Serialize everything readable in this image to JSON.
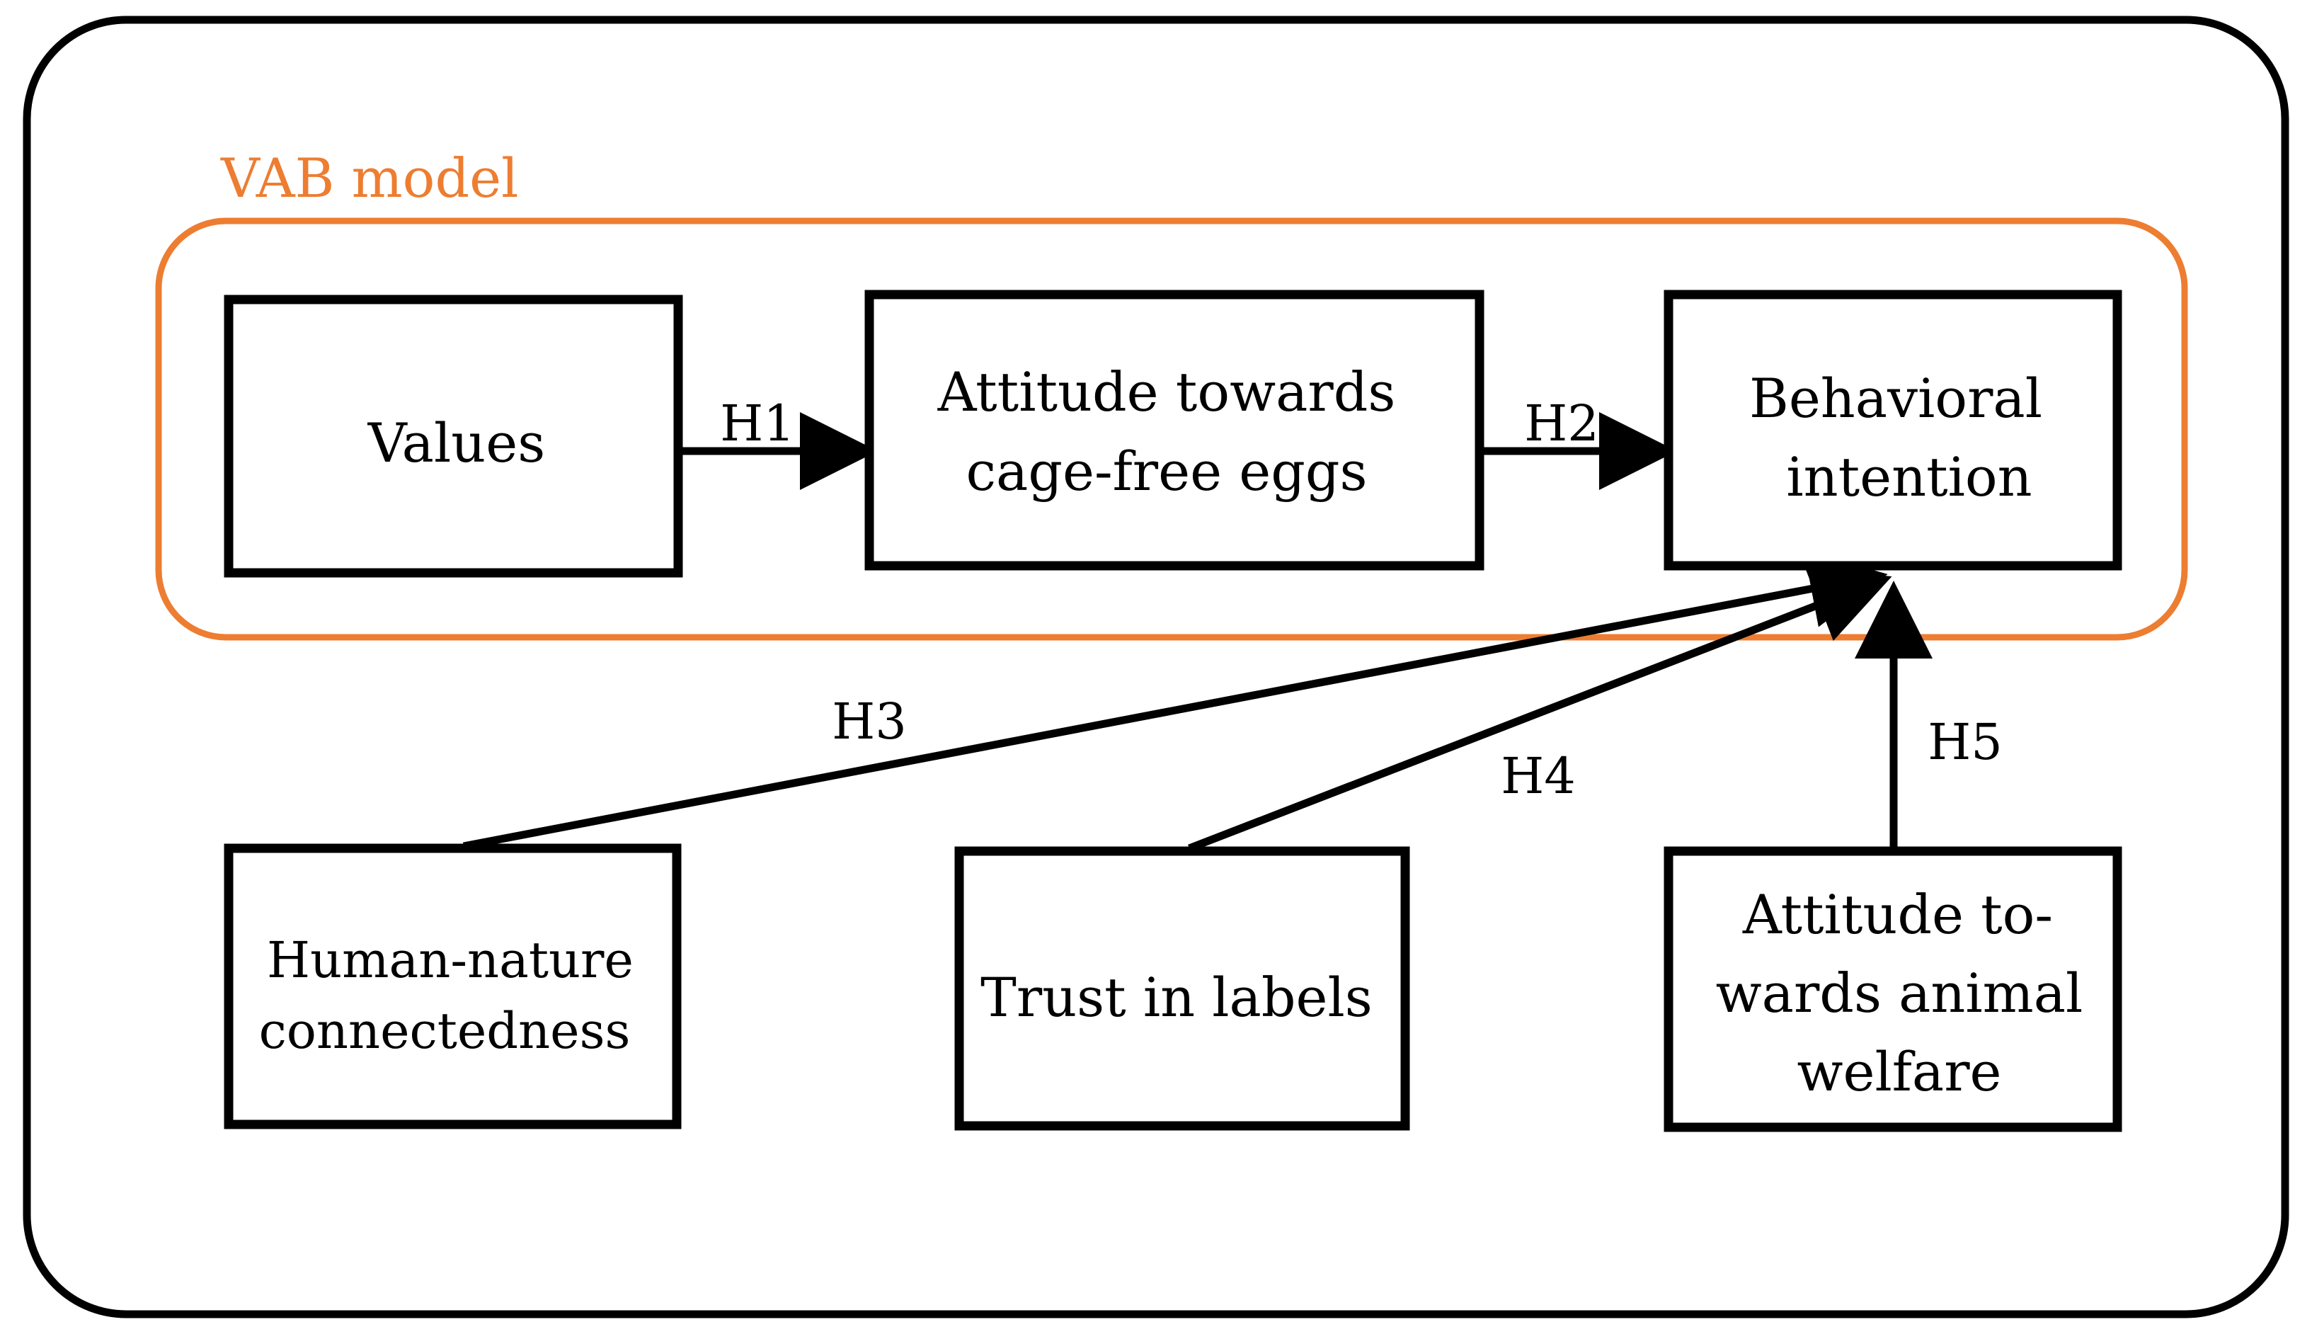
{
  "colors": {
    "group": "#ED7D31",
    "stroke": "#000000",
    "background": "#FFFFFF"
  },
  "group": {
    "label": "VAB model"
  },
  "nodes": {
    "values": {
      "lines": [
        "Values"
      ]
    },
    "attitude_eggs": {
      "lines": [
        "Attitude towards",
        "cage-free eggs"
      ]
    },
    "behavioral_intention": {
      "lines": [
        "Behavioral",
        "intention"
      ]
    },
    "human_nature": {
      "lines": [
        "Human-nature",
        "connectedness"
      ]
    },
    "trust_labels": {
      "lines": [
        "Trust in labels"
      ]
    },
    "attitude_welfare": {
      "lines": [
        "Attitude to-",
        "wards animal",
        "welfare"
      ]
    }
  },
  "edges": [
    {
      "id": "H1",
      "label": "H1",
      "from": "values",
      "to": "attitude_eggs"
    },
    {
      "id": "H2",
      "label": "H2",
      "from": "attitude_eggs",
      "to": "behavioral_intention"
    },
    {
      "id": "H3",
      "label": "H3",
      "from": "human_nature",
      "to": "behavioral_intention"
    },
    {
      "id": "H4",
      "label": "H4",
      "from": "trust_labels",
      "to": "behavioral_intention"
    },
    {
      "id": "H5",
      "label": "H5",
      "from": "attitude_welfare",
      "to": "behavioral_intention"
    }
  ]
}
